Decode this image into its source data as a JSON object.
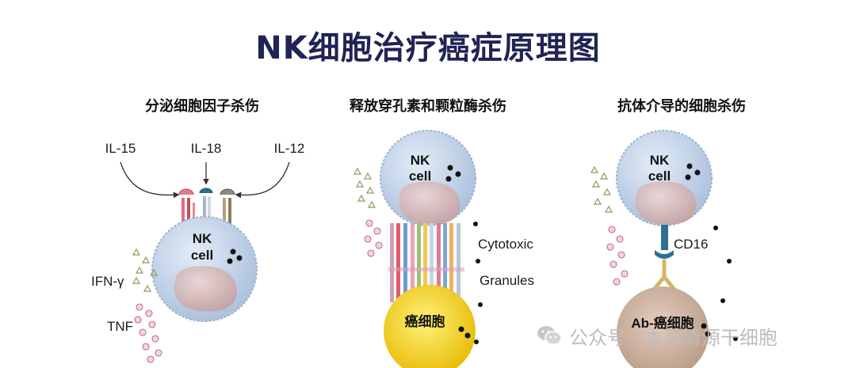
{
  "title": "NK细胞治疗癌症原理图",
  "panels": [
    {
      "subtitle": "分泌细胞因子杀伤",
      "cytokines": [
        "IL-15",
        "IL-18",
        "IL-12"
      ],
      "cell_label_line1": "NK",
      "cell_label_line2": "cell",
      "secreted": [
        "IFN-γ",
        "TNF"
      ]
    },
    {
      "subtitle": "释放穿孔素和颗粒酶杀伤",
      "cell_label_line1": "NK",
      "cell_label_line2": "cell",
      "granule_label_line1": "Cytotoxic",
      "granule_label_line2": "Granules",
      "target_label": "癌细胞"
    },
    {
      "subtitle": "抗体介导的细胞杀伤",
      "cell_label_line1": "NK",
      "cell_label_line2": "cell",
      "receptor_label": "CD16",
      "target_label": "Ab-癌细胞"
    }
  ],
  "watermark": "公众号 · 本草清源干细胞",
  "colors": {
    "title": "#1f2455",
    "nk_cell": "#c9d8ec",
    "nucleus": "#d7bfc3",
    "cancer_cell": "#f3d020",
    "ab_cancer_cell": "#cdb29e",
    "receptor": "#2f6f8f"
  }
}
